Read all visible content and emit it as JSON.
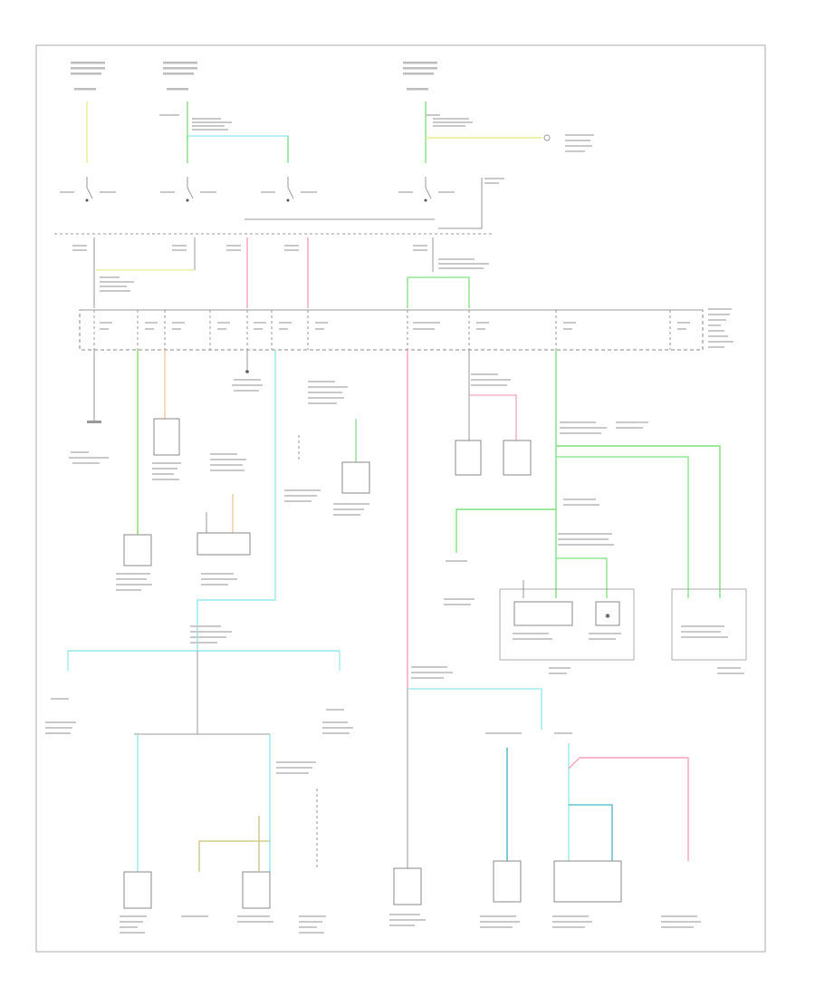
{
  "footer": {
    "ref_code": ""
  },
  "colors": {
    "yellow": "#e6ee8e",
    "green": "#7fe07f",
    "cyan": "#90e8ee",
    "pink": "#f5a3b5",
    "orange": "#f8c79a",
    "olive": "#c9c27a",
    "dark_cyan": "#44b7c9"
  },
  "blocks": [
    {
      "id": "hot1"
    },
    {
      "id": "hot2"
    },
    {
      "id": "hot3"
    }
  ]
}
